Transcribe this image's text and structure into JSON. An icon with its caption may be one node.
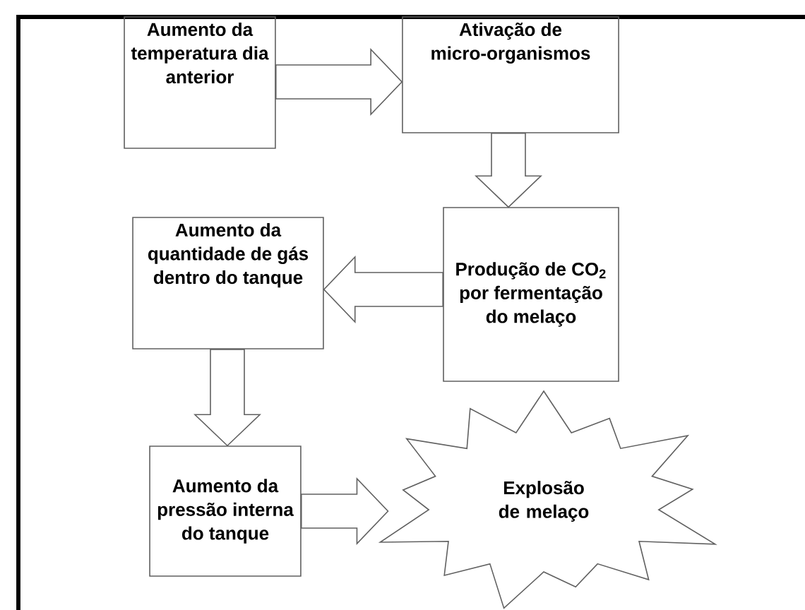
{
  "diagram": {
    "nodes": [
      {
        "text": [
          "Aumento da temperatura dia anterior"
        ]
      },
      {
        "text": [
          "Ativação de micro-organismos"
        ]
      },
      {
        "text": [
          "Produção de CO$_{2}$ por fermentação do melaço"
        ]
      },
      {
        "text": [
          "Aumento da quantidade de gás dentro do tanque"
        ]
      },
      {
        "text": [
          "Aumento da pressão interna do tanque"
        ]
      },
      {
        "text": [
          "Explosão de melaço"
        ]
      }
    ],
    "edges": [
      {
        "from": 0,
        "to": 1,
        "arrow": "to"
      },
      {
        "from": 1,
        "to": 2,
        "arrow": "to"
      },
      {
        "from": 2,
        "to": 3,
        "arrow": "to"
      },
      {
        "from": 3,
        "to": 4,
        "arrow": "to"
      },
      {
        "from": 4,
        "to": 5,
        "arrow": "to"
      }
    ]
  }
}
